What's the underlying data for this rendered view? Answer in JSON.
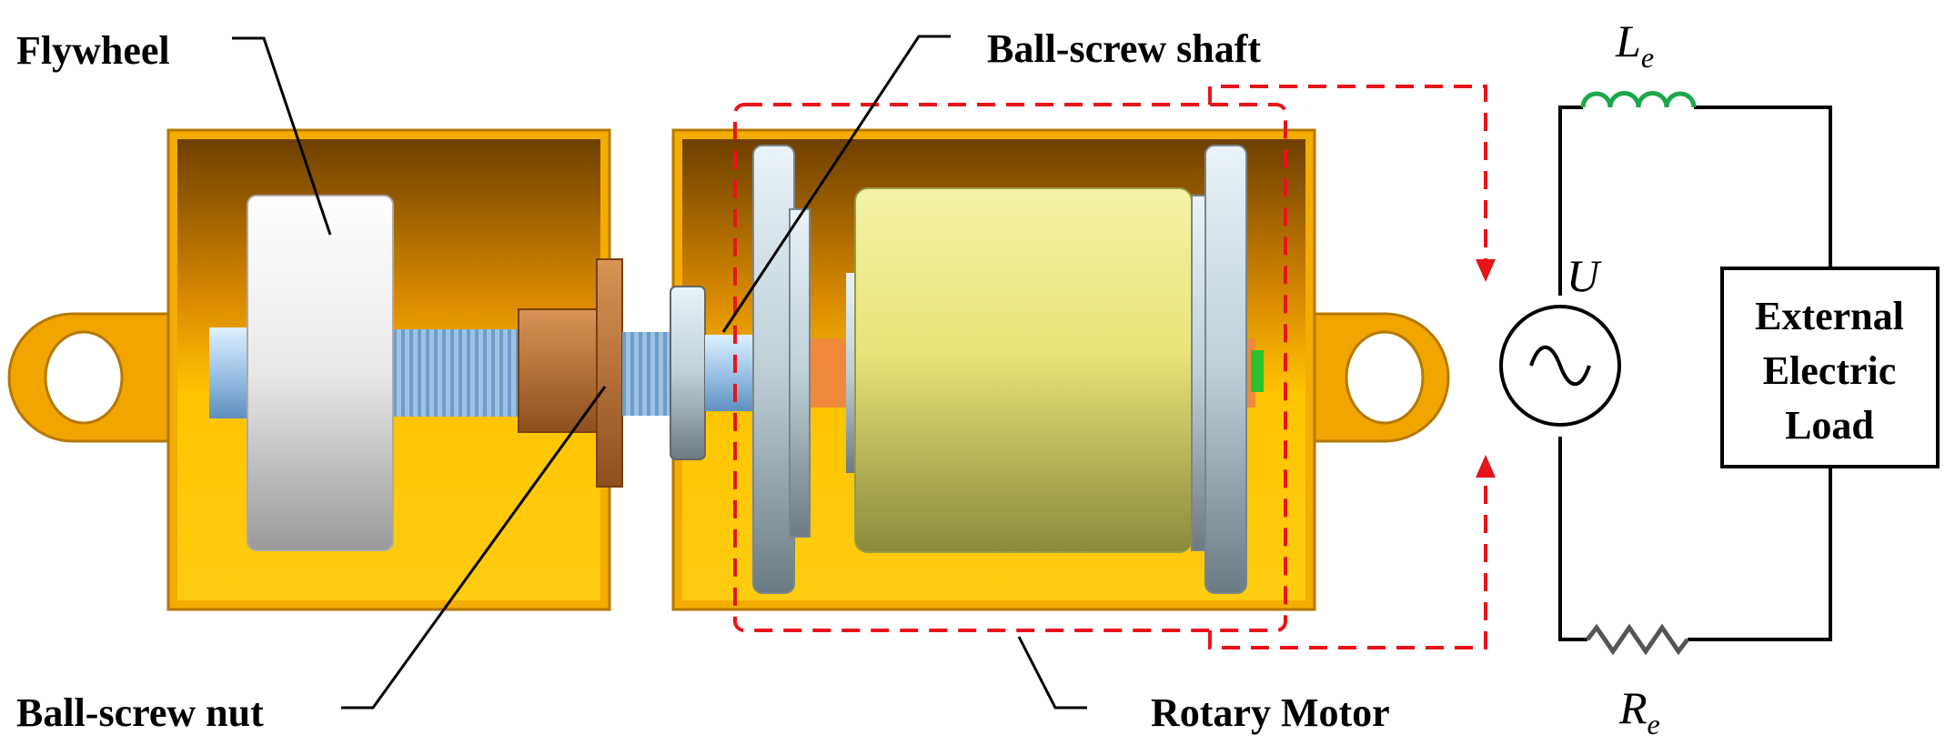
{
  "labels": {
    "flywheel": "Flywheel",
    "ball_screw_shaft": "Ball-screw shaft",
    "ball_screw_nut": "Ball-screw nut",
    "rotary_motor": "Rotary Motor"
  },
  "circuit": {
    "inductor_symbol": "L",
    "inductor_subscript": "e",
    "resistor_symbol": "R",
    "resistor_subscript": "e",
    "source_symbol": "U",
    "load_lines": [
      "External",
      "Electric",
      "Load"
    ]
  },
  "colors": {
    "housing": "#f5b400",
    "housing_dark": "#7a4a00",
    "callout_dashes": "#e8141b",
    "inductor": "#1aa84a",
    "resistor": "#555555",
    "wire": "#000000",
    "motor_core": "#e6e27a",
    "nut": "#c07a3a",
    "shaft": "#a8cbe8"
  }
}
